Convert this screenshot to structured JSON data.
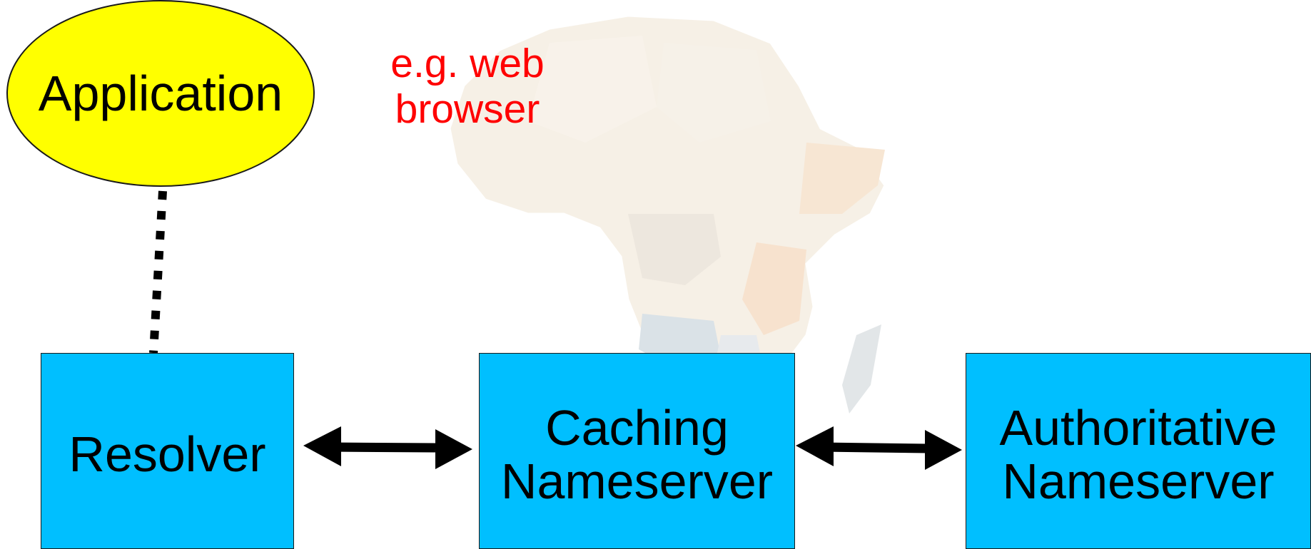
{
  "nodes": {
    "application": {
      "label": "Application",
      "fill": "#ffff00"
    },
    "resolver": {
      "label": "Resolver",
      "fill": "#00bfff"
    },
    "caching": {
      "label": "Caching\nNameserver",
      "fill": "#00bfff"
    },
    "authoritative": {
      "label": "Authoritative\nNameserver",
      "fill": "#00bfff"
    }
  },
  "note": {
    "text": "e.g. web\nbrowser",
    "color": "#ff0000"
  },
  "edges": [
    {
      "from": "application",
      "to": "resolver",
      "style": "dotted"
    },
    {
      "from": "resolver",
      "to": "caching",
      "style": "double-arrow"
    },
    {
      "from": "caching",
      "to": "authoritative",
      "style": "double-arrow"
    }
  ],
  "background": {
    "image": "faded map of Africa"
  }
}
